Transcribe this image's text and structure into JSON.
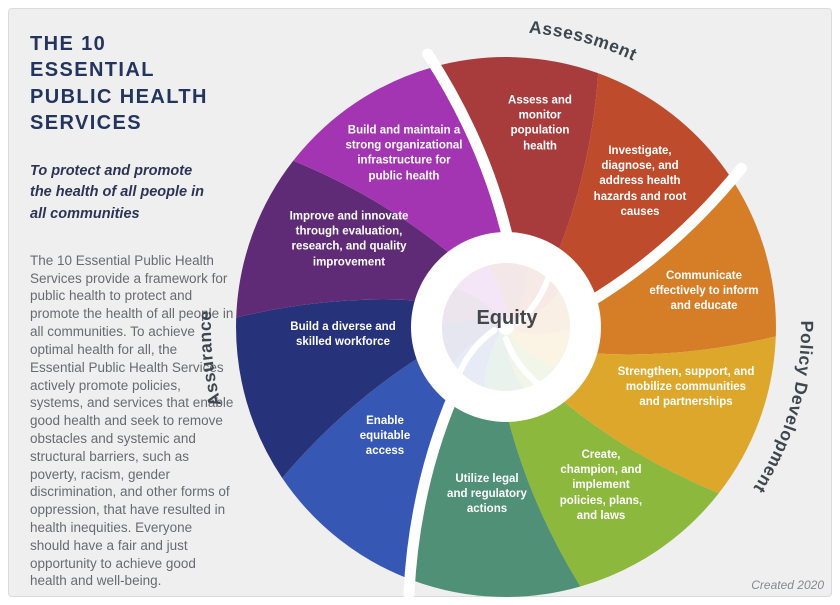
{
  "left_panel": {
    "title": "THE 10 ESSENTIAL\nPUBLIC HEALTH\nSERVICES",
    "subtitle": "To protect and promote\nthe health of all people in\nall communities",
    "description": "The 10 Essential Public Health Services provide a framework for public health to protect and promote the health of all people in all communities. To achieve optimal health for all, the Essential Public Health Services actively promote policies, systems, and services that enable good health and seek to remove obstacles and systemic and structural barriers, such as poverty, racism, gender discrimination, and other forms of oppression, that have resulted in health inequities. Everyone should have a fair and just opportunity to achieve good health and well-being."
  },
  "wheel": {
    "center_label": "Equity",
    "groups": [
      {
        "label": "Assessment"
      },
      {
        "label": "Policy Development"
      },
      {
        "label": "Assurance"
      }
    ]
  },
  "services": [
    {
      "id": "assess-monitor",
      "group": "Assessment",
      "label": "Assess and\nmonitor\npopulation\nhealth",
      "color": "#A83B3C"
    },
    {
      "id": "investigate-diagnose",
      "group": "Assessment",
      "label": "Investigate,\ndiagnose, and\naddress health\nhazards and root\ncauses",
      "color": "#BE4B2B"
    },
    {
      "id": "communicate",
      "group": "Policy Development",
      "label": "Communicate\neffectively to inform\nand educate",
      "color": "#D57D27"
    },
    {
      "id": "strengthen-mobilize",
      "group": "Policy Development",
      "label": "Strengthen, support, and\nmobilize communities\nand partnerships",
      "color": "#DDA72B"
    },
    {
      "id": "create-champion",
      "group": "Policy Development",
      "label": "Create,\nchampion, and\nimplement\npolicies, plans,\nand laws",
      "color": "#8CB83E"
    },
    {
      "id": "utilize-legal",
      "group": "Policy Development",
      "label": "Utilize legal\nand regulatory\nactions",
      "color": "#4F9077"
    },
    {
      "id": "enable-access",
      "group": "Assurance",
      "label": "Enable\nequitable\naccess",
      "color": "#3757B4"
    },
    {
      "id": "build-workforce",
      "group": "Assurance",
      "label": "Build a diverse and\nskilled workforce",
      "color": "#26337B"
    },
    {
      "id": "improve-innovate",
      "group": "Assurance",
      "label": "Improve and innovate\nthrough evaluation,\nresearch, and quality\nimprovement",
      "color": "#5F2B76"
    },
    {
      "id": "build-infrastructure",
      "group": "Assurance",
      "label": "Build and maintain a\nstrong organizational\ninfrastructure for\npublic health",
      "color": "#A335B2"
    }
  ],
  "credit": "Created 2020",
  "colors": {
    "page_bg": "#FFFFFF",
    "panel_bg": "#F0EFEF",
    "panel_border": "#DBDBDB",
    "title_text": "#22355E",
    "subtitle_text": "#2B3456",
    "body_text": "#676B70",
    "group_label_text": "#3C4750",
    "equity_text": "#42474C",
    "segment_label_text": "#FFFFFF",
    "divider": "#FFFFFF",
    "credit_text": "#85898E"
  }
}
